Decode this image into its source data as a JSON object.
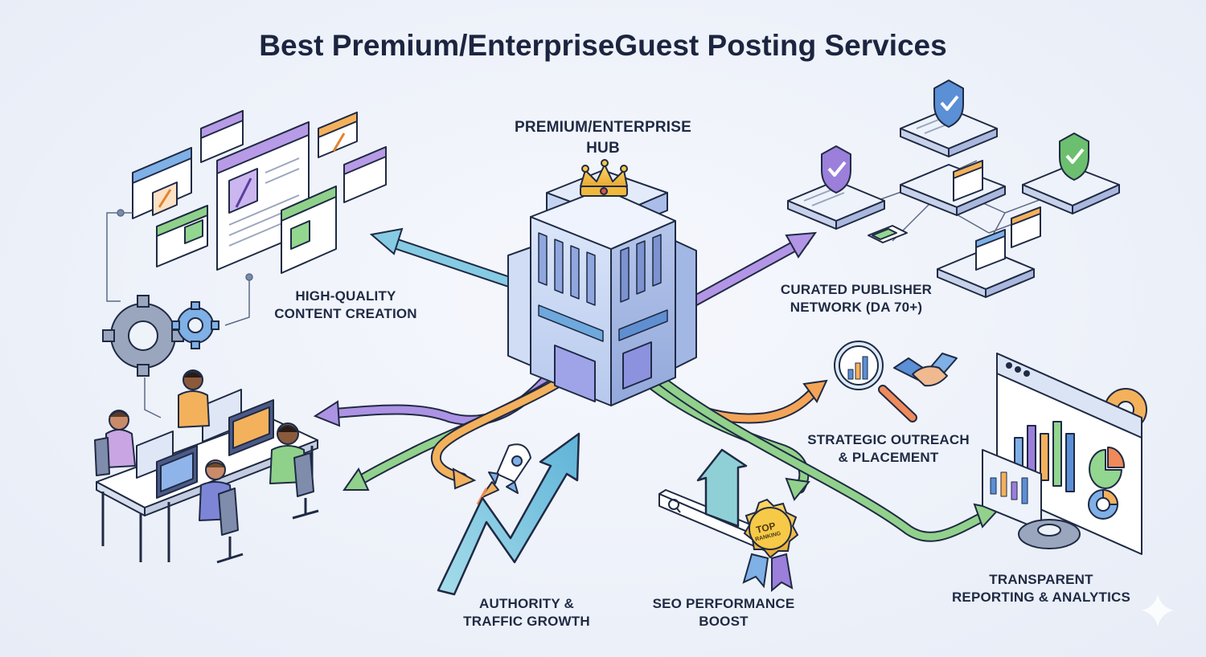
{
  "title": "Best Premium/EnterpriseGuest Posting Services",
  "hub": {
    "line1": "PREMIUM/ENTERPRISE",
    "line2": "HUB"
  },
  "labels": {
    "content": {
      "line1": "HIGH-QUALITY",
      "line2": "CONTENT CREATION"
    },
    "network": {
      "line1": "CURATED PUBLISHER",
      "line2": "NETWORK (DA 70+)"
    },
    "outreach": {
      "line1": "STRATEGIC OUTREACH",
      "line2": "& PLACEMENT"
    },
    "reporting": {
      "line1": "TRANSPARENT",
      "line2": "REPORTING & ANALYTICS"
    },
    "seo": {
      "line1": "SEO PERFORMANCE",
      "line2": "BOOST"
    },
    "authority": {
      "line1": "AUTHORITY &",
      "line2": "TRAFFIC GROWTH"
    }
  },
  "badge": {
    "line1": "TOP",
    "line2": "RANKING"
  },
  "colors": {
    "title": "#1c2540",
    "blue_arrow": "#7cc4e0",
    "purple_arrow": "#a98be0",
    "green_arrow": "#8fcf8a",
    "orange_arrow": "#f2a65a",
    "building": "#c9d8f2",
    "crown": "#f4c542"
  },
  "icons": [
    "crown-icon",
    "shield-check-icon",
    "gear-icon",
    "rocket-icon",
    "magnifier-chart-icon",
    "handshake-icon",
    "search-bar-icon",
    "top-ranking-badge-icon",
    "growth-arrow-icon",
    "dashboard-chart-icon",
    "document-icon",
    "team-workstation-icon"
  ]
}
